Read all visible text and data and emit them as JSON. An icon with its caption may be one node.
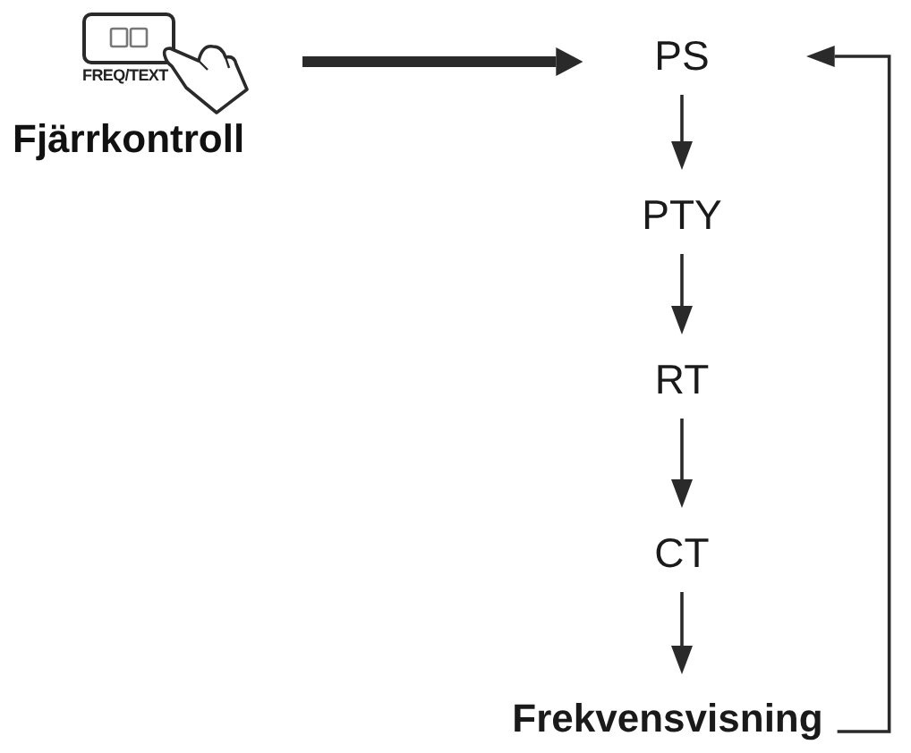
{
  "diagram": {
    "nodes": [
      {
        "text": [
          "FREQ/TEXT"
        ],
        "beside": [
          "Fjärrkontroll"
        ]
      },
      {
        "text": [
          "PS"
        ]
      },
      {
        "text": [
          "PTY"
        ]
      },
      {
        "text": [
          "RT"
        ]
      },
      {
        "text": [
          "CT"
        ]
      },
      {
        "text": [
          "Frekvensvisning"
        ]
      }
    ],
    "edges": [
      {
        "from": 0,
        "to": 1,
        "arrow": "to",
        "style": "thick"
      },
      {
        "from": 1,
        "to": 2,
        "arrow": "to"
      },
      {
        "from": 2,
        "to": 3,
        "arrow": "to"
      },
      {
        "from": 3,
        "to": 4,
        "arrow": "to"
      },
      {
        "from": 4,
        "to": 5,
        "arrow": "to"
      },
      {
        "from": 5,
        "to": 1,
        "arrow": "to"
      }
    ]
  }
}
